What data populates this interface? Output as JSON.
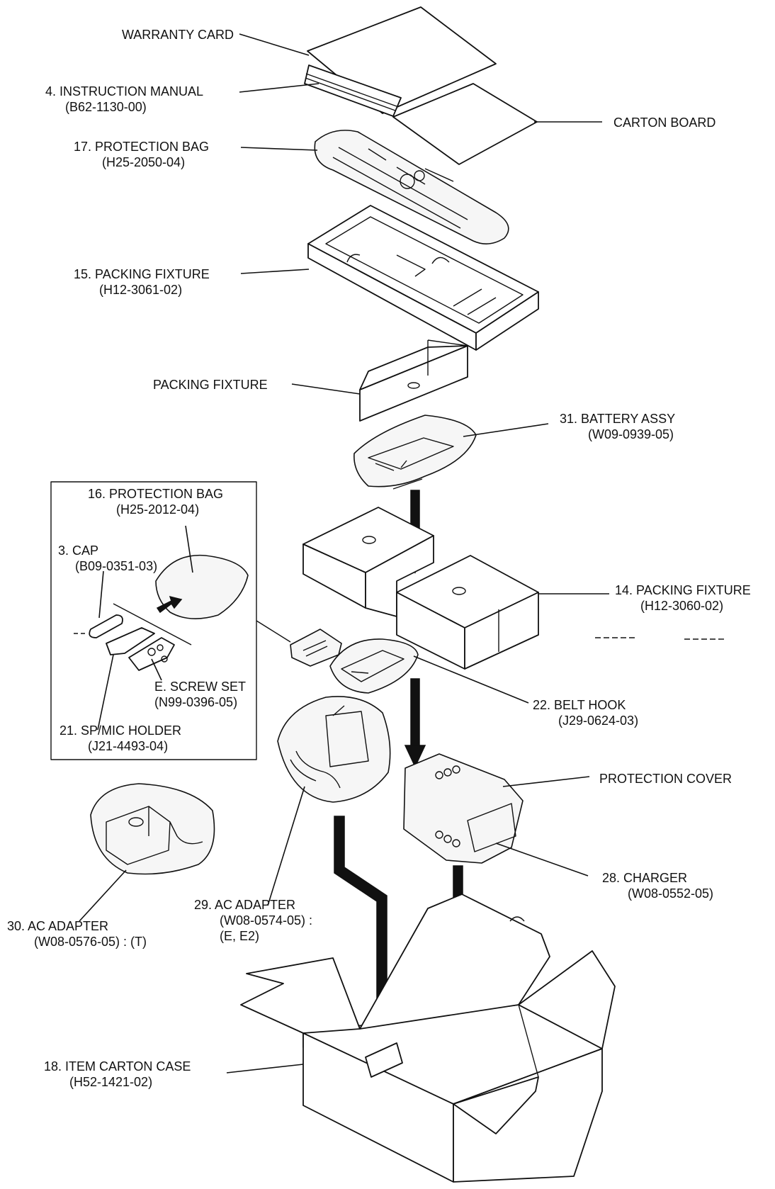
{
  "labels": {
    "warranty_card": {
      "name": "WARRANTY CARD"
    },
    "instruction_manual": {
      "name": "4. INSTRUCTION MANUAL",
      "code": "(B62-1130-00)"
    },
    "carton_board": {
      "name": "CARTON BOARD"
    },
    "protection_bag_17": {
      "name": "17. PROTECTION BAG",
      "code": "(H25-2050-04)"
    },
    "packing_fixture_15": {
      "name": "15. PACKING FIXTURE",
      "code": "(H12-3061-02)"
    },
    "packing_fixture": {
      "name": "PACKING FIXTURE"
    },
    "battery_assy": {
      "name": "31. BATTERY ASSY",
      "code": "(W09-0939-05)"
    },
    "protection_bag_16": {
      "name": "16. PROTECTION BAG",
      "code": "(H25-2012-04)"
    },
    "cap": {
      "name": "3. CAP",
      "code": "(B09-0351-03)"
    },
    "screw_set": {
      "name": "E. SCREW SET",
      "code": "(N99-0396-05)"
    },
    "sp_mic_holder": {
      "name": "21. SP/MIC HOLDER",
      "code": "(J21-4493-04)"
    },
    "packing_fixture_14": {
      "name": "14. PACKING FIXTURE",
      "code": "(H12-3060-02)"
    },
    "belt_hook": {
      "name": "22. BELT HOOK",
      "code": "(J29-0624-03)"
    },
    "protection_cover": {
      "name": "PROTECTION COVER"
    },
    "charger": {
      "name": "28. CHARGER",
      "code": "(W08-0552-05)"
    },
    "ac_adapter_29": {
      "name": "29. AC ADAPTER",
      "code": "(W08-0574-05) :",
      "note": "(E, E2)"
    },
    "ac_adapter_30": {
      "name": "30. AC ADAPTER",
      "code": "(W08-0576-05) : (T)"
    },
    "item_carton_case": {
      "name": "18. ITEM CARTON CASE",
      "code": "(H52-1421-02)"
    }
  }
}
